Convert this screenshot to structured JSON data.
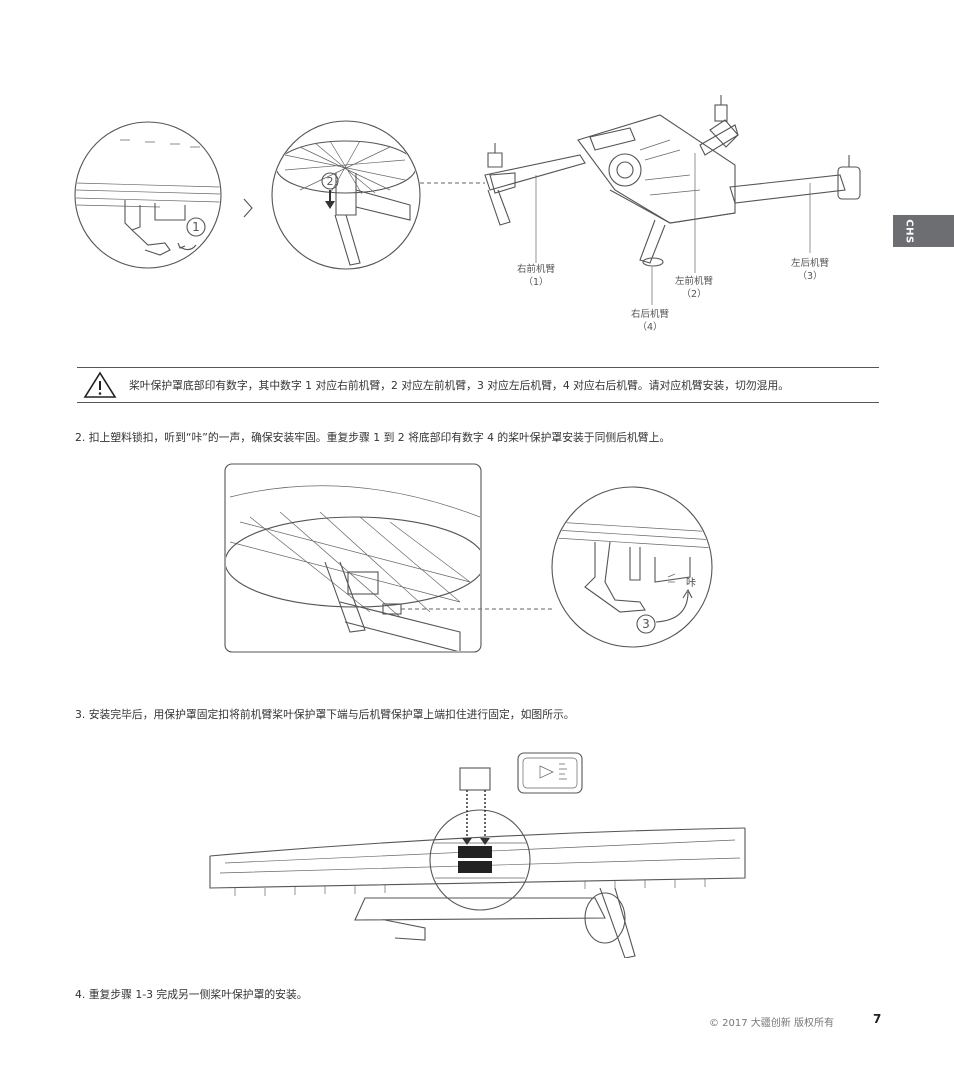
{
  "side_tab": "CHS",
  "figure1": {
    "step_numbers": [
      "1",
      "2"
    ],
    "arm_labels": [
      {
        "name": "右前机臂",
        "num": "（1）"
      },
      {
        "name": "左前机臂",
        "num": "（2）"
      },
      {
        "name": "左后机臂",
        "num": "（3）"
      },
      {
        "name": "右后机臂",
        "num": "（4）"
      }
    ]
  },
  "warning": "桨叶保护罩底部印有数字，其中数字 1 对应右前机臂，2 对应左前机臂，3 对应左后机臂，4 对应右后机臂。请对应机臂安装，切勿混用。",
  "step2": "2. 扣上塑料锁扣，听到“咔”的一声，确保安装牢固。重复步骤 1 到 2 将底部印有数字 4 的桨叶保护罩安装于同侧后机臂上。",
  "figure2": {
    "step_number": "3",
    "click_sound": "咔"
  },
  "step3": "3. 安装完毕后，用保护罩固定扣将前机臂桨叶保护罩下端与后机臂保护罩上端扣住进行固定，如图所示。",
  "step4": "4. 重复步骤 1-3 完成另一侧桨叶保护罩的安装。",
  "footer": {
    "copyright": "© 2017 大疆创新 版权所有",
    "page": "7"
  }
}
